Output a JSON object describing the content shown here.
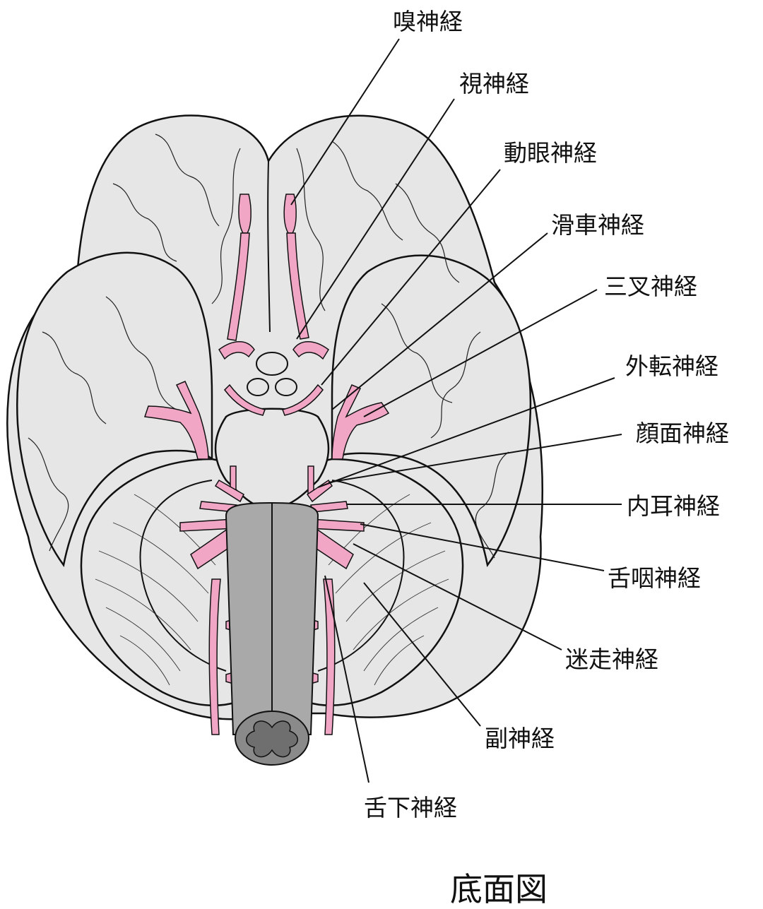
{
  "colors": {
    "brain_fill": "#e6e6e6",
    "outline": "#111111",
    "nerve_pink": "#f2a6c6",
    "spinal_gray": "#a9a9a9",
    "spinal_dark": "#8a8a8a"
  },
  "labels": {
    "olfactory": "嗅神経",
    "optic": "視神経",
    "oculomotor": "動眼神経",
    "trochlear": "滑車神経",
    "trigeminal": "三叉神経",
    "abducens": "外転神経",
    "facial": "顔面神経",
    "vestibulocochlear": "内耳神経",
    "glossopharyngeal": "舌咽神経",
    "vagus": "迷走神経",
    "accessory": "副神経",
    "hypoglossal": "舌下神経"
  },
  "caption": "底面図"
}
